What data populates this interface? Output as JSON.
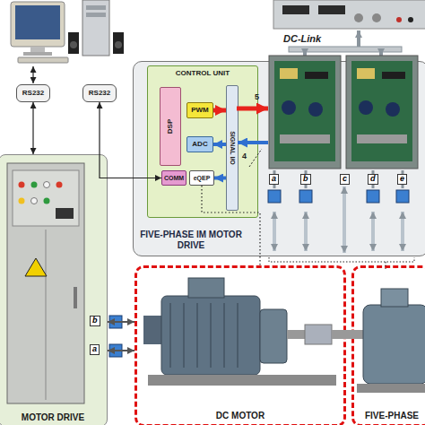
{
  "diagram": {
    "nodes": [
      {
        "text": [
          "RS232"
        ]
      },
      {
        "text": [
          "RS232"
        ]
      },
      {
        "text": [
          "FIVE-PHASE IM MOTOR DRIVE"
        ]
      },
      {
        "text": [
          "CONTROL UNIT"
        ],
        "in": 2
      },
      {
        "text": [
          "DSP"
        ],
        "in": 3
      },
      {
        "text": [
          "PWM"
        ],
        "in": 3
      },
      {
        "text": [
          "ADC"
        ],
        "in": 3
      },
      {
        "text": [
          "COMM"
        ],
        "in": 3
      },
      {
        "text": [
          "eQEP"
        ],
        "in": 3
      },
      {
        "text": [
          "SIGNAL I/O"
        ],
        "in": 3
      },
      {
        "text": [
          "MOTOR DRIVE"
        ]
      },
      {
        "text": [
          "DC MOTOR"
        ]
      },
      {
        "text": [
          "FIVE-PHASE"
        ]
      }
    ],
    "edges": [
      {
        "from": 0,
        "to": 10,
        "arrow": "both"
      },
      {
        "from": 1,
        "to": 7,
        "arrow": "both"
      },
      {
        "from": 5,
        "to": 9,
        "arrow": "to"
      },
      {
        "from": 9,
        "to": 6,
        "arrow": "to"
      },
      {
        "from": 9,
        "to": 8,
        "arrow": "to"
      },
      {
        "from": 8,
        "to": 11,
        "arrow": "none"
      },
      {
        "from": 10,
        "to": 11,
        "arrow": "both"
      },
      {
        "from": 10,
        "to": 11,
        "arrow": "both"
      }
    ],
    "labels": [
      "DC-Link",
      "5",
      "4",
      "a",
      "b",
      "c",
      "d",
      "e",
      "b",
      "a"
    ]
  }
}
